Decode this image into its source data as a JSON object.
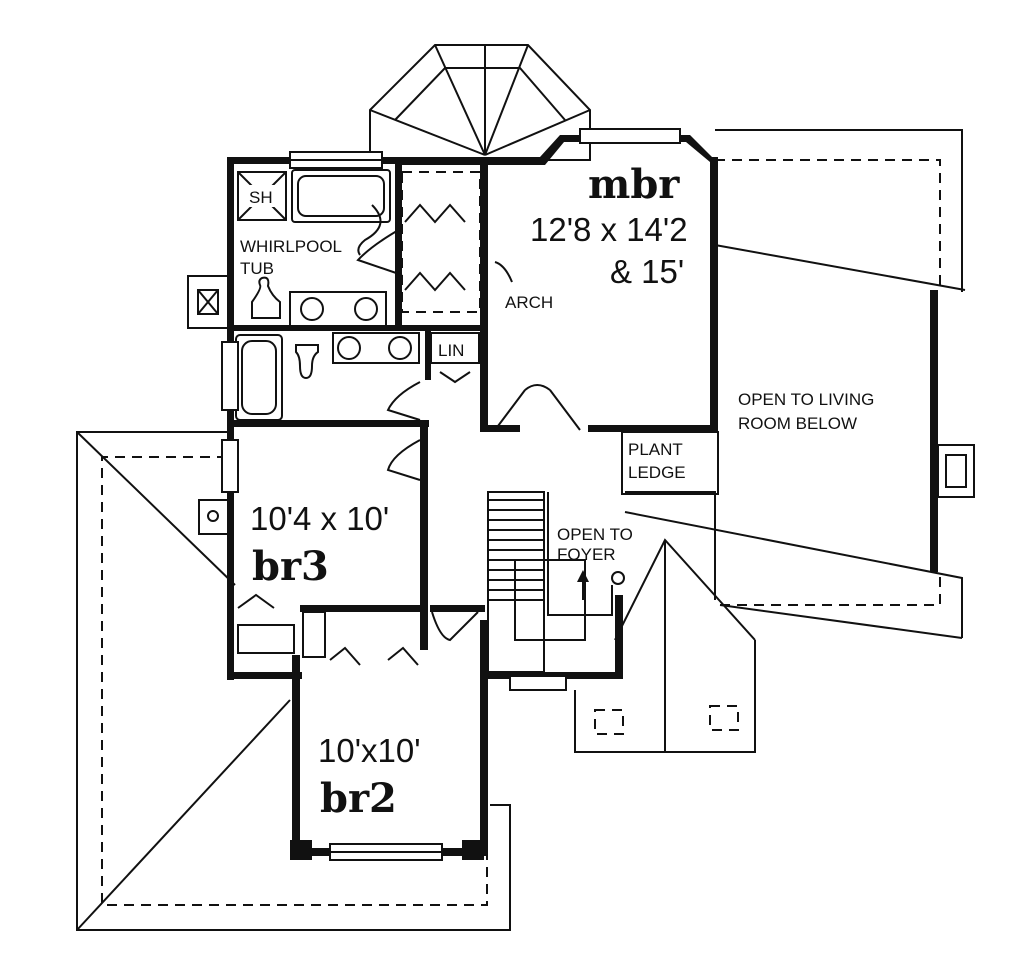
{
  "rooms": {
    "mbr": {
      "name": "mbr",
      "dim_line1": "12'8 x 14'2",
      "dim_line2": "& 15'"
    },
    "br3": {
      "name": "br3",
      "dims": "10'4 x 10'"
    },
    "br2": {
      "name": "br2",
      "dims": "10'x10'"
    }
  },
  "labels": {
    "sh": "SH",
    "whirlpool_line1": "WHIRLPOOL",
    "whirlpool_line2": "TUB",
    "arch": "ARCH",
    "lin": "LIN",
    "plant_ledge_line1": "PLANT",
    "plant_ledge_line2": "LEDGE",
    "open_living_line1": "OPEN TO LIVING",
    "open_living_line2": "ROOM BELOW",
    "open_foyer_line1": "OPEN TO",
    "open_foyer_line2": "FOYER"
  }
}
